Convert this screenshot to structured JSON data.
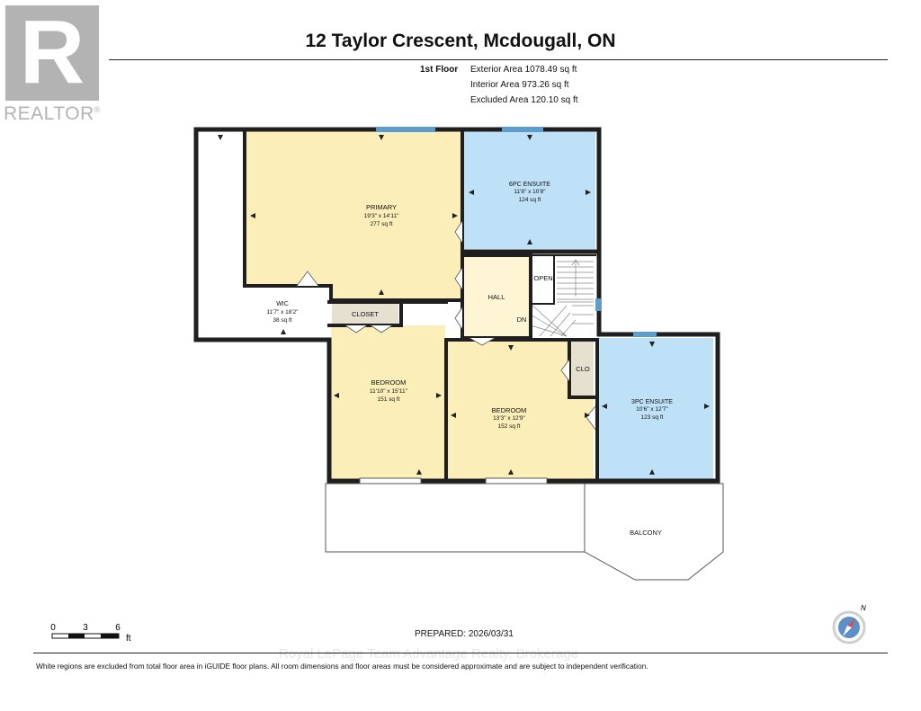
{
  "brand": {
    "logo_letter": "R",
    "logo_text": "REALTOR",
    "registered_mark": "®"
  },
  "header": {
    "title": "12 Taylor Crescent, Mcdougall, ON"
  },
  "areas": {
    "floor": "1st Floor",
    "exterior": "Exterior Area 1078.49 sq ft",
    "interior": "Interior Area 973.26 sq ft",
    "excluded": "Excluded Area 120.10 sq ft"
  },
  "rooms": {
    "primary": {
      "name": "PRIMARY",
      "dims": "19'3\" x 14'11\"",
      "area": "277 sq ft"
    },
    "ensuite6": {
      "name": "6PC ENSUITE",
      "dims": "11'8\" x 10'8\"",
      "area": "124 sq ft"
    },
    "wic": {
      "name": "WIC",
      "dims": "11'7\" x 18'2\"",
      "area": "38 sq ft"
    },
    "closet": {
      "name": "CLOSET"
    },
    "hall": {
      "name": "HALL"
    },
    "open": {
      "name": "OPEN"
    },
    "dn": {
      "name": "DN"
    },
    "clo": {
      "name": "CLO"
    },
    "bedroom1": {
      "name": "BEDROOM",
      "dims": "11'10\" x 15'11\"",
      "area": "151 sq ft"
    },
    "bedroom2": {
      "name": "BEDROOM",
      "dims": "13'3\" x 12'9\"",
      "area": "152 sq ft"
    },
    "ensuite3": {
      "name": "3PC ENSUITE",
      "dims": "10'6\" x 12'7\"",
      "area": "123 sq ft"
    },
    "balcony": {
      "name": "BALCONY"
    }
  },
  "scale_bar": {
    "ticks": [
      "0",
      "3",
      "6"
    ],
    "unit": "ft"
  },
  "footer": {
    "prepared": "PREPARED: 2026/03/31",
    "disclaimer": "White regions are excluded from total floor area in iGUIDE floor plans. All room dimensions and floor areas must be considered approximate and are subject to independent verification.",
    "watermark": "Royal LePage Team Advantage Realty, Brokerage",
    "compass_label": "N"
  },
  "colors": {
    "primary": "#fbeeb8",
    "bedroom": "#fbeeb8",
    "hall": "#fdf5d3",
    "bath": "#bfe1f8",
    "closet": "#e6e0d0",
    "wall": "#1f1f1f",
    "window": "#5c9ccf",
    "logo": "#b3b3b3",
    "compass": "#e14b3a"
  }
}
